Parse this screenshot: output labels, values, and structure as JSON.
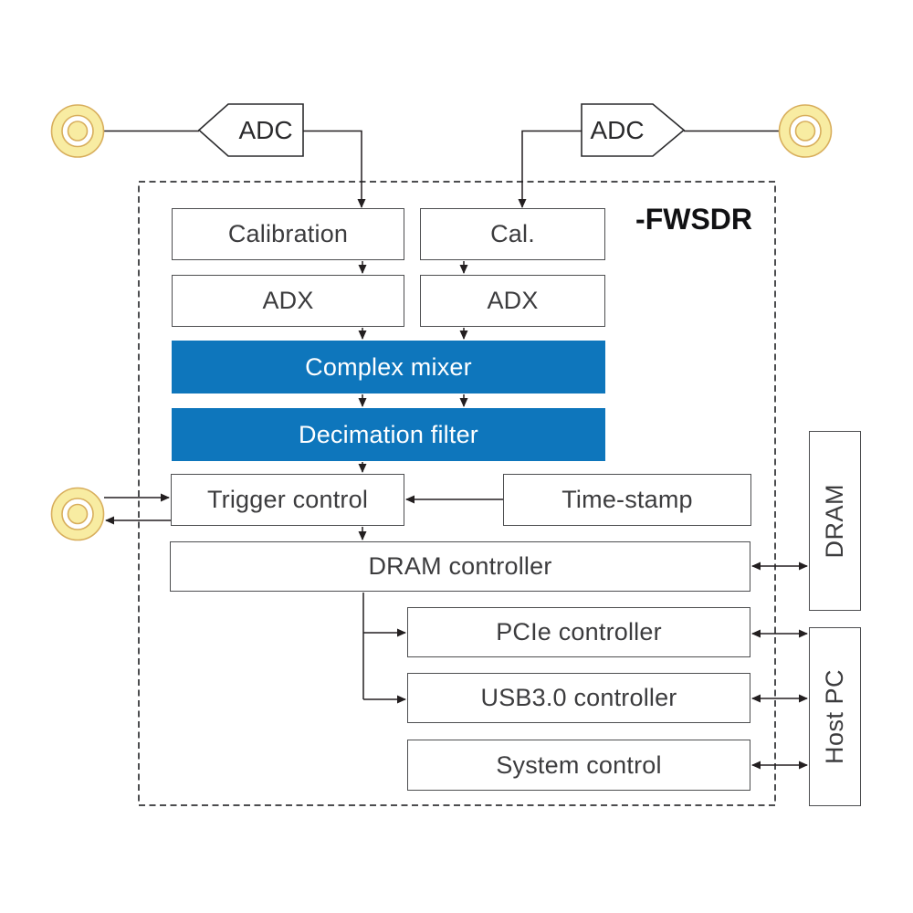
{
  "diagram": {
    "title": "-FWSDR",
    "blocks": {
      "adc_left": "ADC",
      "adc_right": "ADC",
      "calibration": "Calibration",
      "cal": "Cal.",
      "adx_left": "ADX",
      "adx_right": "ADX",
      "complex_mixer": "Complex mixer",
      "decimation_filter": "Decimation filter",
      "trigger_control": "Trigger control",
      "time_stamp": "Time-stamp",
      "dram_controller": "DRAM controller",
      "pcie_controller": "PCIe controller",
      "usb30_controller": "USB3.0 controller",
      "system_control": "System control",
      "dram": "DRAM",
      "host_pc": "Host PC"
    },
    "icons": {
      "rf_connector": "concentric-circle-port"
    },
    "colors": {
      "accent_blue": "#0e76bc",
      "block_text_light": "#ffffff",
      "connector_fill": "#f8eca2",
      "connector_stroke": "#d8ae5c",
      "box_border": "#4d4e50",
      "line": "#231f20",
      "dashed_boundary": "#4c4d4f"
    }
  }
}
